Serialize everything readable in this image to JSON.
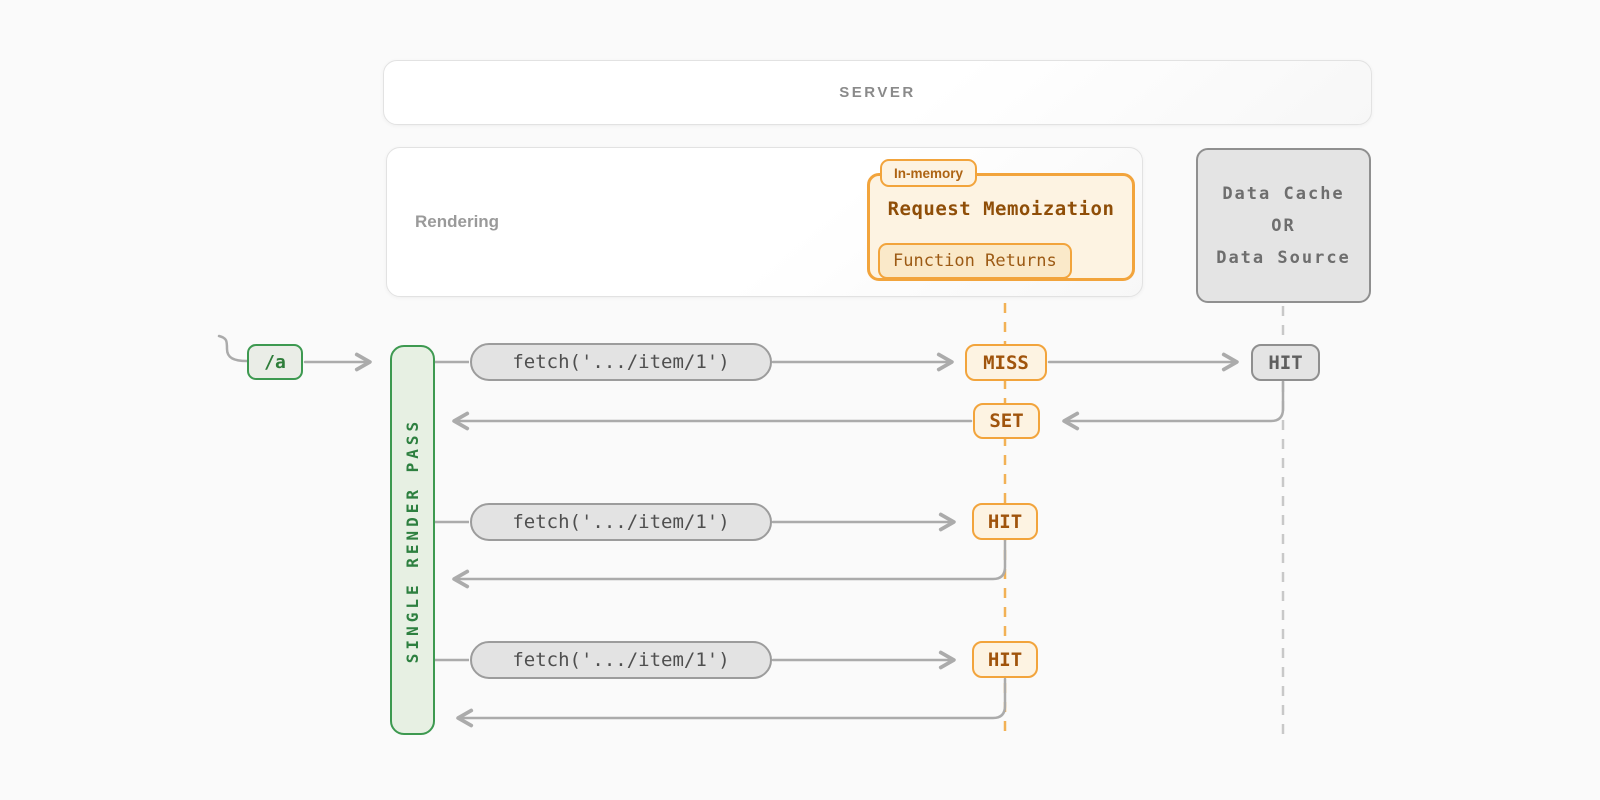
{
  "colors": {
    "accent_orange": "#f2a43c",
    "orange_text": "#8f4e08",
    "accent_green": "#3d9950",
    "green_text": "#2e8040",
    "gray_border": "#8f8f8f",
    "gray_text": "#6e6e6e",
    "flow_line": "#ababab",
    "dashed_orange": "#f2b155",
    "dashed_gray": "#c8c8c8",
    "background": "#fafafa"
  },
  "server": {
    "label": "SERVER"
  },
  "rendering": {
    "label": "Rendering"
  },
  "memoization": {
    "tab_label": "In-memory",
    "title": "Request Memoization",
    "badge_label": "Function Returns"
  },
  "data_cache": {
    "line1": "Data Cache",
    "line2": "OR",
    "line3": "Data Source"
  },
  "route": {
    "label": "/a"
  },
  "render_pass": {
    "label": "SINGLE RENDER PASS"
  },
  "requests": {
    "fetch1": "fetch('.../item/1')",
    "fetch2": "fetch('.../item/1')",
    "fetch3": "fetch('.../item/1')",
    "memo_miss": "MISS",
    "memo_set": "SET",
    "memo_hit2": "HIT",
    "memo_hit3": "HIT",
    "cache_hit": "HIT"
  }
}
